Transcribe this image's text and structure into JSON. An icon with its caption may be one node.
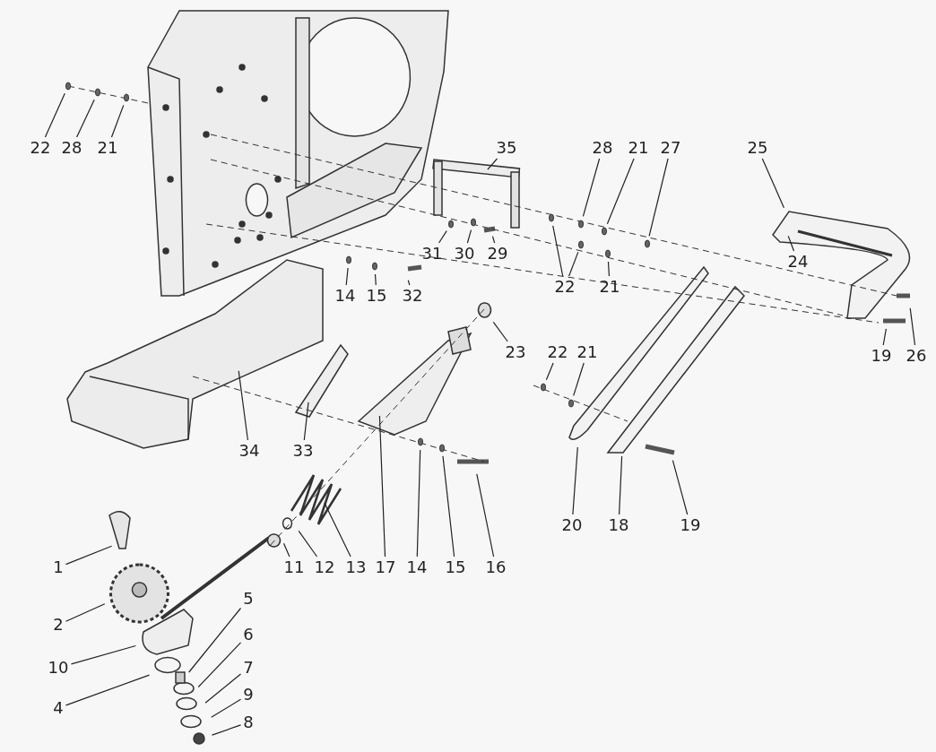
{
  "diagram": {
    "nodes": [
      {
        "text": [
          "22"
        ]
      },
      {
        "text": [
          "28"
        ]
      },
      {
        "text": [
          "21"
        ]
      },
      {
        "text": [
          "35"
        ]
      },
      {
        "text": [
          "28"
        ]
      },
      {
        "text": [
          "21"
        ]
      },
      {
        "text": [
          "27"
        ]
      },
      {
        "text": [
          "25"
        ]
      },
      {
        "text": [
          "31"
        ]
      },
      {
        "text": [
          "30"
        ]
      },
      {
        "text": [
          "29"
        ]
      },
      {
        "text": [
          "22"
        ]
      },
      {
        "text": [
          "21"
        ]
      },
      {
        "text": [
          "24"
        ]
      },
      {
        "text": [
          "14"
        ]
      },
      {
        "text": [
          "15"
        ]
      },
      {
        "text": [
          "32"
        ]
      },
      {
        "text": [
          "19"
        ]
      },
      {
        "text": [
          "26"
        ]
      },
      {
        "text": [
          "23"
        ]
      },
      {
        "text": [
          "22"
        ]
      },
      {
        "text": [
          "21"
        ]
      },
      {
        "text": [
          "34"
        ]
      },
      {
        "text": [
          "33"
        ]
      },
      {
        "text": [
          "20"
        ]
      },
      {
        "text": [
          "18"
        ]
      },
      {
        "text": [
          "19"
        ]
      },
      {
        "text": [
          "1"
        ]
      },
      {
        "text": [
          "11"
        ]
      },
      {
        "text": [
          "12"
        ]
      },
      {
        "text": [
          "13"
        ]
      },
      {
        "text": [
          "17"
        ]
      },
      {
        "text": [
          "14"
        ]
      },
      {
        "text": [
          "15"
        ]
      },
      {
        "text": [
          "16"
        ]
      },
      {
        "text": [
          "5"
        ]
      },
      {
        "text": [
          "2"
        ]
      },
      {
        "text": [
          "6"
        ]
      },
      {
        "text": [
          "10"
        ]
      },
      {
        "text": [
          "7"
        ]
      },
      {
        "text": [
          "9"
        ]
      },
      {
        "text": [
          "4"
        ]
      },
      {
        "text": [
          "8"
        ]
      }
    ],
    "edges": [
      {
        "from": 0,
        "to": null,
        "arrow": "none"
      },
      {
        "from": 1,
        "to": null,
        "arrow": "none"
      },
      {
        "from": 2,
        "to": null,
        "arrow": "none"
      },
      {
        "from": 3,
        "to": null,
        "arrow": "none"
      },
      {
        "from": 4,
        "to": null,
        "arrow": "none"
      },
      {
        "from": 5,
        "to": null,
        "arrow": "none"
      },
      {
        "from": 6,
        "to": null,
        "arrow": "none"
      },
      {
        "from": 7,
        "to": null,
        "arrow": "none"
      },
      {
        "from": 8,
        "to": null,
        "arrow": "none"
      },
      {
        "from": 9,
        "to": null,
        "arrow": "none"
      },
      {
        "from": 10,
        "to": null,
        "arrow": "none"
      },
      {
        "from": 11,
        "to": null,
        "arrow": "none"
      },
      {
        "from": 11,
        "to": null,
        "arrow": "none"
      },
      {
        "from": 12,
        "to": null,
        "arrow": "none"
      },
      {
        "from": 13,
        "to": null,
        "arrow": "none"
      },
      {
        "from": 14,
        "to": null,
        "arrow": "none"
      },
      {
        "from": 15,
        "to": null,
        "arrow": "none"
      },
      {
        "from": 16,
        "to": null,
        "arrow": "none"
      },
      {
        "from": 17,
        "to": null,
        "arrow": "none"
      },
      {
        "from": 18,
        "to": null,
        "arrow": "none"
      },
      {
        "from": 19,
        "to": null,
        "arrow": "none"
      },
      {
        "from": 20,
        "to": null,
        "arrow": "none"
      },
      {
        "from": 21,
        "to": null,
        "arrow": "none"
      },
      {
        "from": 22,
        "to": null,
        "arrow": "none"
      },
      {
        "from": 23,
        "to": null,
        "arrow": "none"
      },
      {
        "from": 24,
        "to": null,
        "arrow": "none"
      },
      {
        "from": 25,
        "to": null,
        "arrow": "none"
      },
      {
        "from": 26,
        "to": null,
        "arrow": "none"
      },
      {
        "from": 27,
        "to": null,
        "arrow": "none"
      },
      {
        "from": 28,
        "to": null,
        "arrow": "none"
      },
      {
        "from": 29,
        "to": null,
        "arrow": "none"
      },
      {
        "from": 30,
        "to": null,
        "arrow": "none"
      },
      {
        "from": 31,
        "to": null,
        "arrow": "none"
      },
      {
        "from": 32,
        "to": null,
        "arrow": "none"
      },
      {
        "from": 33,
        "to": null,
        "arrow": "none"
      },
      {
        "from": 34,
        "to": null,
        "arrow": "none"
      },
      {
        "from": 35,
        "to": null,
        "arrow": "none"
      },
      {
        "from": 36,
        "to": null,
        "arrow": "none"
      },
      {
        "from": 37,
        "to": null,
        "arrow": "none"
      },
      {
        "from": 38,
        "to": null,
        "arrow": "none"
      },
      {
        "from": 39,
        "to": null,
        "arrow": "none"
      },
      {
        "from": 40,
        "to": null,
        "arrow": "none"
      },
      {
        "from": 41,
        "to": null,
        "arrow": "none"
      },
      {
        "from": 42,
        "to": null,
        "arrow": "none"
      }
    ]
  }
}
